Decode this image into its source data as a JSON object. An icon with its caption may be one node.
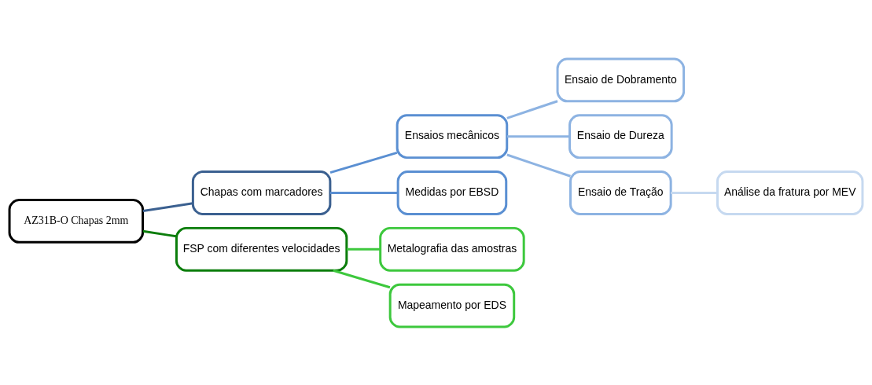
{
  "diagram": {
    "nodes": [
      {
        "text": [
          "AZ31B-O Chapas 2mm"
        ]
      },
      {
        "text": [
          "Chapas com marcadores"
        ]
      },
      {
        "text": [
          "FSP com diferentes velocidades"
        ]
      },
      {
        "text": [
          "Ensaios mecânicos"
        ]
      },
      {
        "text": [
          "Medidas por EBSD"
        ]
      },
      {
        "text": [
          "Metalografia das amostras"
        ]
      },
      {
        "text": [
          "Mapeamento por EDS"
        ]
      },
      {
        "text": [
          "Ensaio de Dobramento"
        ]
      },
      {
        "text": [
          "Ensaio de Dureza"
        ]
      },
      {
        "text": [
          "Ensaio de Tração"
        ]
      },
      {
        "text": [
          "Análise da fratura por MEV"
        ]
      }
    ],
    "edges": [
      {
        "from": 0,
        "to": 1,
        "arrow": "none",
        "color": "#3b6090"
      },
      {
        "from": 0,
        "to": 2,
        "arrow": "none",
        "color": "#0b7d0b"
      },
      {
        "from": 1,
        "to": 3,
        "arrow": "none",
        "color": "#5a8fd2"
      },
      {
        "from": 1,
        "to": 4,
        "arrow": "none",
        "color": "#5a8fd2"
      },
      {
        "from": 2,
        "to": 5,
        "arrow": "none",
        "color": "#3dc83d"
      },
      {
        "from": 2,
        "to": 6,
        "arrow": "none",
        "color": "#3dc83d"
      },
      {
        "from": 3,
        "to": 7,
        "arrow": "none",
        "color": "#8db3e2"
      },
      {
        "from": 3,
        "to": 8,
        "arrow": "none",
        "color": "#8db3e2"
      },
      {
        "from": 3,
        "to": 9,
        "arrow": "none",
        "color": "#8db3e2"
      },
      {
        "from": 9,
        "to": 10,
        "arrow": "none",
        "color": "#c6d9f0"
      }
    ]
  }
}
